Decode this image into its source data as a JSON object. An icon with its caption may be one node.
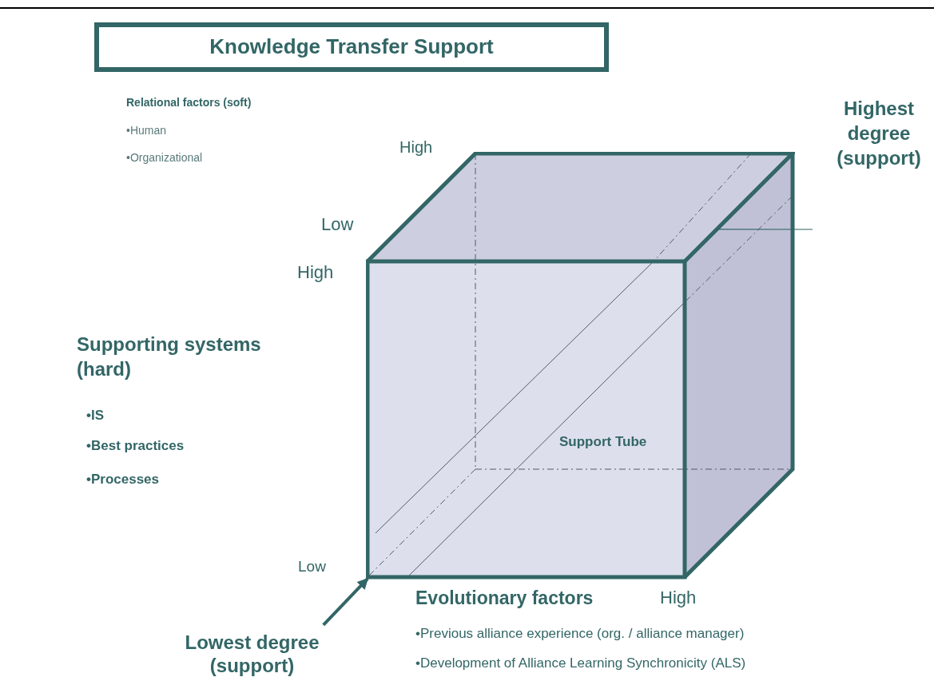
{
  "diagram": {
    "title": "Knowledge Transfer Support",
    "nodes": [
      {
        "text": [
          "Support Tube"
        ]
      },
      {
        "text": [
          "Lowest degree (support)"
        ]
      }
    ],
    "edges": [
      {
        "from": 1,
        "to": 0,
        "arrow": "to",
        "style": "thick"
      },
      {
        "from": null,
        "to": 0,
        "arrow": "none"
      }
    ],
    "labels": [
      "Relational factors (soft)",
      "•Human",
      "•Organizational",
      "High",
      "Low",
      "High",
      "Highest degree (support)",
      "Supporting systems (hard)",
      "•IS",
      "•Best practices",
      "•Processes",
      "Low",
      "Evolutionary factors",
      "High",
      "•Previous alliance experience (org. / alliance manager)",
      "•Development of Alliance Learning Synchronicity (ALS)"
    ]
  }
}
